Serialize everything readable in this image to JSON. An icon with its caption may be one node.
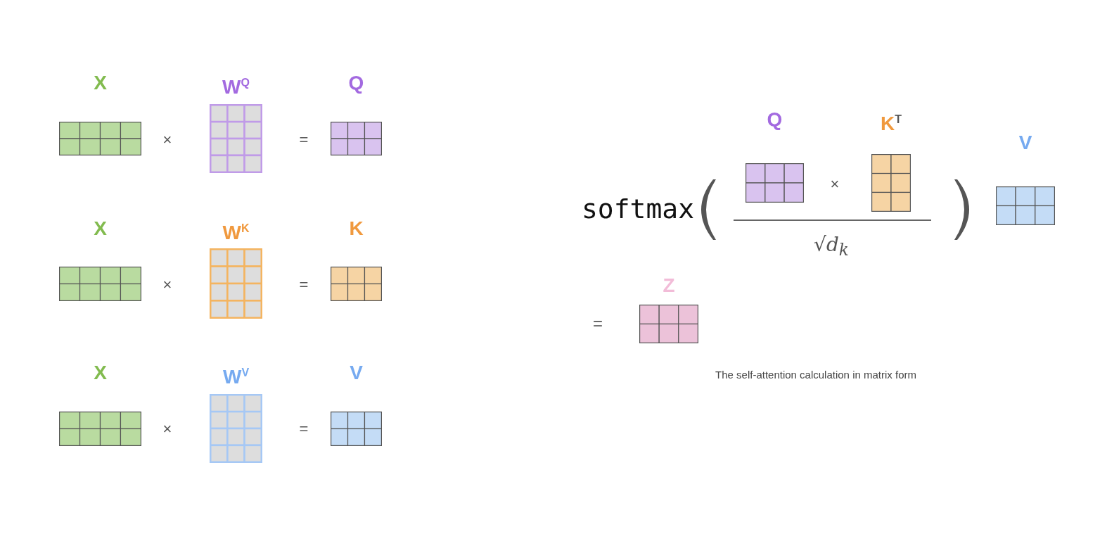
{
  "diagram": {
    "caption": "The self-attention calculation in matrix form",
    "nodes": [
      {
        "text": [
          "X"
        ]
      },
      {
        "text": [
          "W$^{Q}$"
        ]
      },
      {
        "text": [
          "Q"
        ]
      },
      {
        "text": [
          "X"
        ]
      },
      {
        "text": [
          "W$^{K}$"
        ]
      },
      {
        "text": [
          "K"
        ]
      },
      {
        "text": [
          "X"
        ]
      },
      {
        "text": [
          "W$^{V}$"
        ]
      },
      {
        "text": [
          "V"
        ]
      },
      {
        "text": [
          "Q"
        ]
      },
      {
        "text": [
          "K$^{T}$"
        ]
      },
      {
        "text": [
          "V"
        ]
      },
      {
        "text": [
          "Z"
        ]
      }
    ],
    "labels": [
      "×",
      "=",
      "×",
      "=",
      "×",
      "=",
      "softmax",
      "×",
      "√d$_{k}$",
      "="
    ]
  }
}
